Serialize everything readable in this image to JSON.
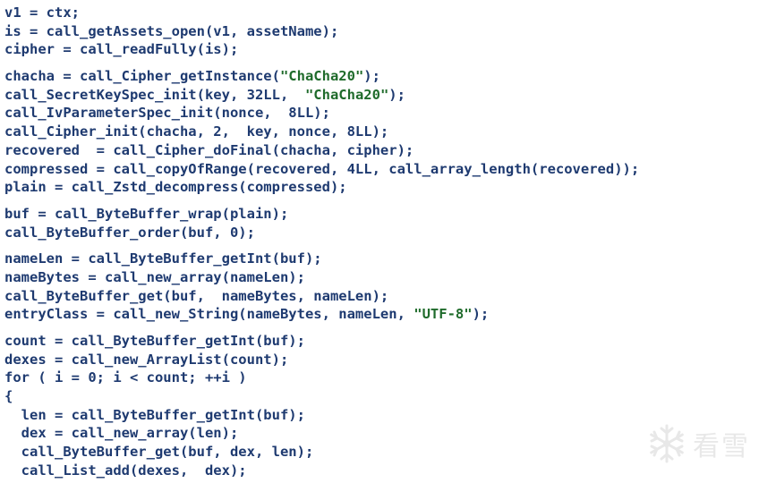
{
  "code": {
    "blocks": [
      [
        "v1 = ctx;",
        "is = call_getAssets_open(v1, assetName);",
        "cipher = call_readFully(is);"
      ],
      [
        "chacha = call_Cipher_getInstance(\"ChaCha20\");",
        "call_SecretKeySpec_init(key, 32LL,  \"ChaCha20\");",
        "call_IvParameterSpec_init(nonce,  8LL);",
        "call_Cipher_init(chacha, 2,  key, nonce, 8LL);",
        "recovered  = call_Cipher_doFinal(chacha, cipher);",
        "compressed = call_copyOfRange(recovered, 4LL, call_array_length(recovered));",
        "plain = call_Zstd_decompress(compressed);"
      ],
      [
        "buf = call_ByteBuffer_wrap(plain);",
        "call_ByteBuffer_order(buf, 0);"
      ],
      [
        "nameLen = call_ByteBuffer_getInt(buf);",
        "nameBytes = call_new_array(nameLen);",
        "call_ByteBuffer_get(buf,  nameBytes, nameLen);",
        "entryClass = call_new_String(nameBytes, nameLen, \"UTF-8\");"
      ],
      [
        "count = call_ByteBuffer_getInt(buf);",
        "dexes = call_new_ArrayList(count);",
        "for ( i = 0; i < count; ++i )",
        "{",
        "  len = call_ByteBuffer_getInt(buf);",
        "  dex = call_new_array(len);",
        "  call_ByteBuffer_get(buf, dex, len);",
        "  call_List_add(dexes,  dex);"
      ]
    ]
  },
  "watermark": {
    "icon": "snowflake-icon",
    "text": "看雪"
  },
  "colors": {
    "background": "#ffffff",
    "code_text": "#1e3a70",
    "string_literal": "#1f6b2b",
    "watermark": "#d6d6d6"
  }
}
